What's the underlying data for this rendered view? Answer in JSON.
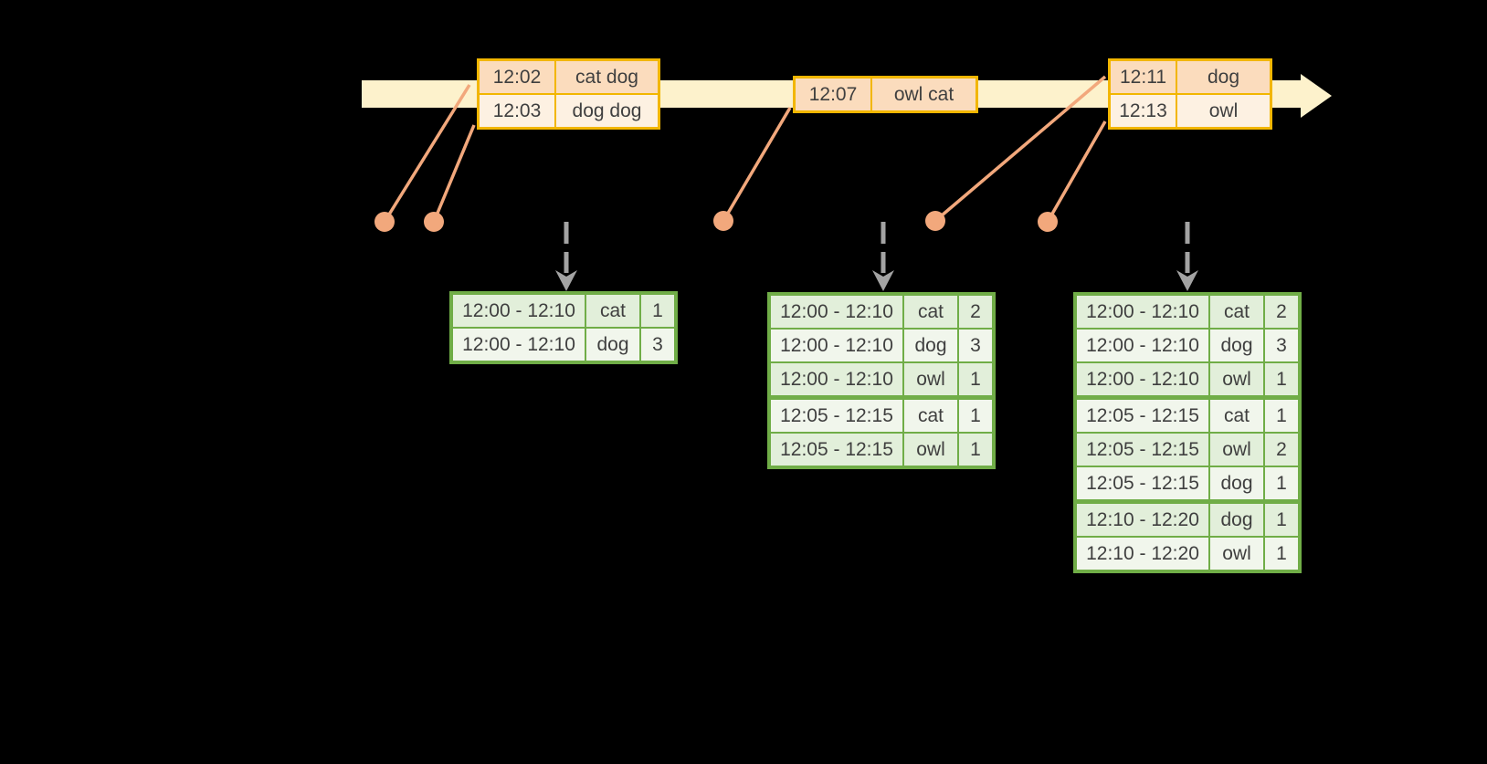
{
  "timeline": {
    "event_tables": [
      {
        "rows": [
          {
            "time": "12:02",
            "words": "cat dog"
          },
          {
            "time": "12:03",
            "words": "dog dog"
          }
        ]
      },
      {
        "rows": [
          {
            "time": "12:07",
            "words": "owl cat"
          }
        ]
      },
      {
        "rows": [
          {
            "time": "12:11",
            "words": "dog"
          },
          {
            "time": "12:13",
            "words": "owl"
          }
        ]
      }
    ]
  },
  "result_tables": [
    {
      "rows": [
        {
          "window": "12:00 - 12:10",
          "word": "cat",
          "count": "1"
        },
        {
          "window": "12:00 - 12:10",
          "word": "dog",
          "count": "3"
        }
      ]
    },
    {
      "rows": [
        {
          "window": "12:00 - 12:10",
          "word": "cat",
          "count": "2"
        },
        {
          "window": "12:00 - 12:10",
          "word": "dog",
          "count": "3"
        },
        {
          "window": "12:00 - 12:10",
          "word": "owl",
          "count": "1"
        },
        {
          "window": "12:05 - 12:15",
          "word": "cat",
          "count": "1"
        },
        {
          "window": "12:05 - 12:15",
          "word": "owl",
          "count": "1"
        }
      ]
    },
    {
      "rows": [
        {
          "window": "12:00 - 12:10",
          "word": "cat",
          "count": "2"
        },
        {
          "window": "12:00 - 12:10",
          "word": "dog",
          "count": "3"
        },
        {
          "window": "12:00 - 12:10",
          "word": "owl",
          "count": "1"
        },
        {
          "window": "12:05 - 12:15",
          "word": "cat",
          "count": "1"
        },
        {
          "window": "12:05 - 12:15",
          "word": "owl",
          "count": "2"
        },
        {
          "window": "12:05 - 12:15",
          "word": "dog",
          "count": "1"
        },
        {
          "window": "12:10 - 12:20",
          "word": "dog",
          "count": "1"
        },
        {
          "window": "12:10 - 12:20",
          "word": "owl",
          "count": "1"
        }
      ]
    }
  ],
  "colors": {
    "background": "#000000",
    "timeline_band": "#fdf2cc",
    "event_table_border": "#f2b600",
    "event_row_dark": "#fbdcbd",
    "event_row_light": "#fdf1e2",
    "event_dot": "#f2a87c",
    "result_table_border": "#70ad47",
    "result_row_dark": "#e2efda",
    "result_row_light": "#f1f6ec",
    "trigger_arrow": "#a3a3a3",
    "text": "#3f3f3f"
  }
}
